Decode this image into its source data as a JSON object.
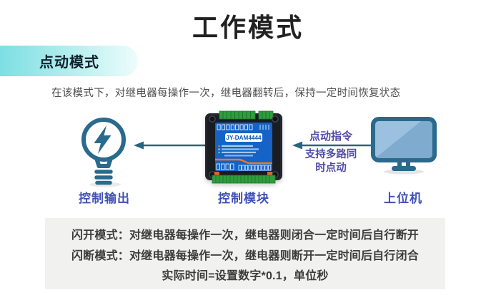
{
  "page": {
    "title": "工作模式"
  },
  "section": {
    "badge": "点动模式",
    "description": "在该模式下，对继电器每操作一次，继电器翻转后，保持一定时间恢复状态"
  },
  "diagram": {
    "output_label": "控制输出",
    "module_label": "控制模块",
    "host_label": "上位机",
    "module_model": "JY-DAM4444",
    "command_text": "点动指令",
    "support_line1": "支持多路同",
    "support_line2": "时点动"
  },
  "info_box": {
    "lines": [
      "闪开模式：对继电器每操作一次，继电器则闭合一定时间后自行断开",
      "闪断模式：对继电器每操作一次，继电器则断开一定时间后自行闭合",
      "实际时间=设置数字*0.1，单位秒"
    ]
  },
  "colors": {
    "badge_gradient_start": "#7cdfe3",
    "badge_gradient_end": "#eefcfc",
    "icon_teal": "#2a6a8c",
    "label_blue": "#3f51b5",
    "annotation_purple": "#514ba5",
    "arrow_teal": "#29647e",
    "module_panel_blue": "#1463c6",
    "module_terminal_green": "#2f9d3e",
    "module_stripe_orange": "#ee7a1f",
    "info_box_bg": "#f1f1ef",
    "title_color": "#212121"
  }
}
